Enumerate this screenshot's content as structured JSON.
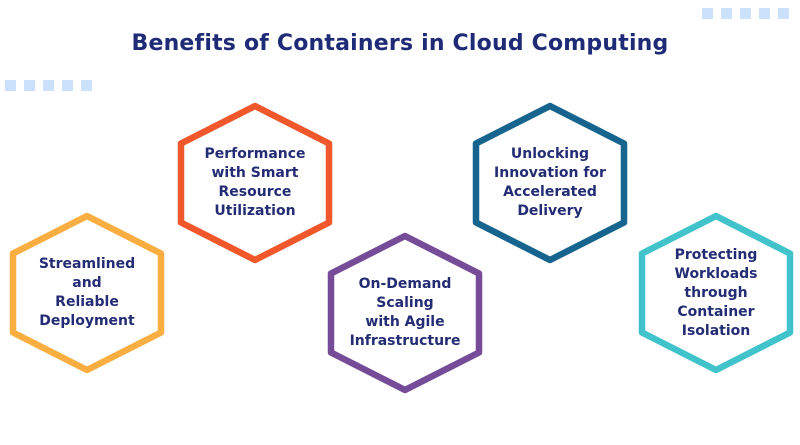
{
  "title": "Benefits of Containers in Cloud Computing",
  "colors": {
    "title_text": "#1F2B76",
    "hexagon_text": "#232C74",
    "decorative_square": "#CBE0FA",
    "background": "#FFFFFF"
  },
  "decorations": {
    "top_right_square_count": 5,
    "left_square_count": 5
  },
  "hexagons": [
    {
      "label": "Streamlined\nand\nReliable\nDeployment",
      "color": "#F9AE41"
    },
    {
      "label": "Performance\nwith Smart\nResource\nUtilization",
      "color": "#F0582C"
    },
    {
      "label": "On-Demand\nScaling\nwith Agile\nInfrastructure",
      "color": "#764B98"
    },
    {
      "label": "Unlocking\nInnovation for\nAccelerated\nDelivery",
      "color": "#17658F"
    },
    {
      "label": "Protecting\nWorkloads\nthrough\nContainer\nIsolation",
      "color": "#40C3CA"
    }
  ]
}
